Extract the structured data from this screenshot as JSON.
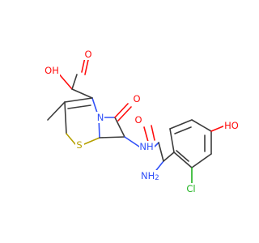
{
  "labels": {
    "carboxyl_oh": "OH",
    "carboxyl_o": "O",
    "ring_n": "N",
    "lactam_o": "O",
    "ring_s": "S",
    "amide_nh": "NH",
    "amide_o": "O",
    "amine": "NH",
    "amine_sub": "2",
    "phenol_ho": "HO",
    "chlorine": "Cl"
  },
  "colors": {
    "bond": "#3c3c3c",
    "oxygen": "#ff0d0d",
    "nitrogen": "#3050f8",
    "sulfur": "#b5a000",
    "chlorine": "#1fb31f"
  }
}
